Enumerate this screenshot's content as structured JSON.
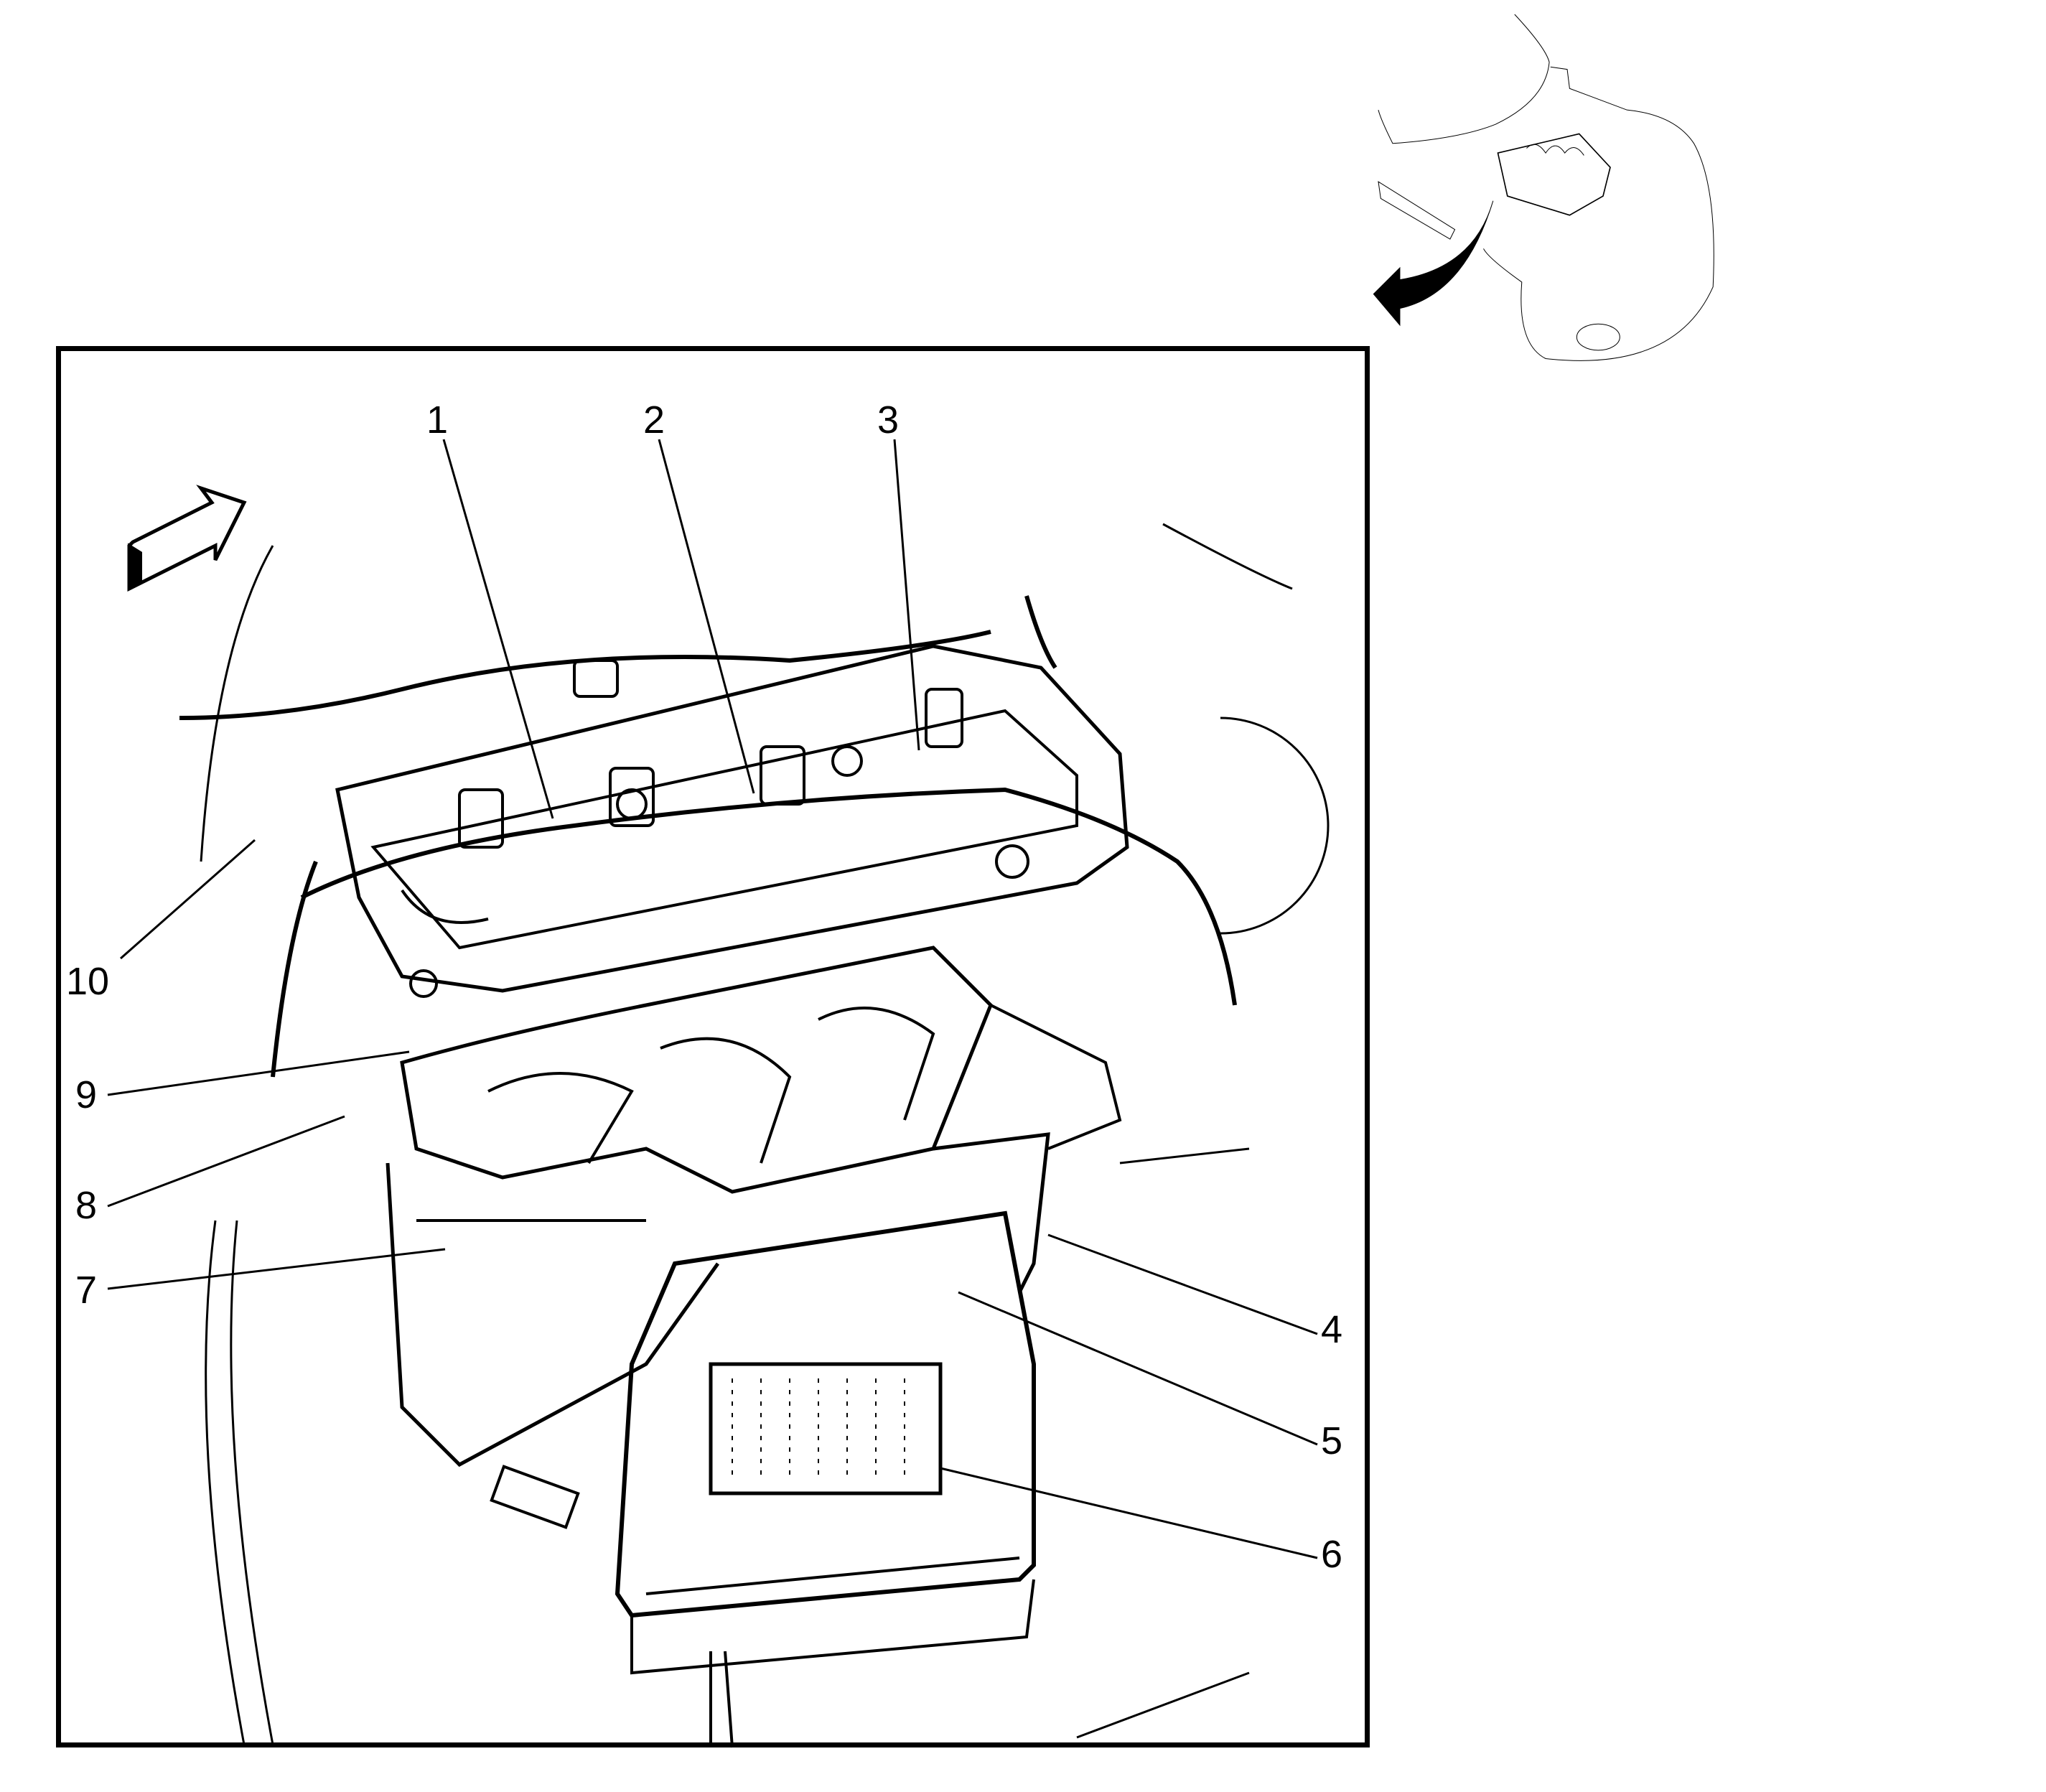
{
  "diagram": {
    "type": "component-locator",
    "subject": "engine compartment — ignition coils, wiring harness, engine control module area",
    "callouts": [
      {
        "id": "1",
        "label": "1"
      },
      {
        "id": "2",
        "label": "2"
      },
      {
        "id": "3",
        "label": "3"
      },
      {
        "id": "4",
        "label": "4"
      },
      {
        "id": "5",
        "label": "5"
      },
      {
        "id": "6",
        "label": "6"
      },
      {
        "id": "7",
        "label": "7"
      },
      {
        "id": "8",
        "label": "8"
      },
      {
        "id": "9",
        "label": "9"
      },
      {
        "id": "10",
        "label": "10"
      }
    ],
    "inset": {
      "description": "vehicle front overview with view-direction arrow"
    },
    "direction_arrow": {
      "description": "front-of-vehicle arrow"
    },
    "colors": {
      "line": "#000000",
      "background": "#ffffff"
    }
  }
}
